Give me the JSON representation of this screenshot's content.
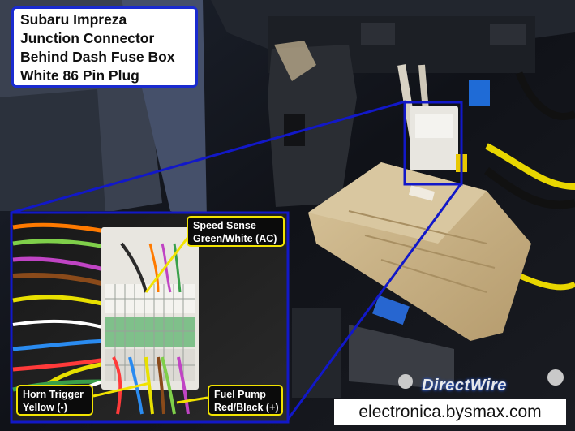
{
  "title": {
    "lines": [
      "Subaru Impreza",
      "Junction Connector",
      "Behind Dash Fuse Box",
      "White 86 Pin Plug"
    ]
  },
  "callouts": {
    "speed_sense": {
      "line1": "Speed Sense",
      "line2": "Green/White (AC)"
    },
    "horn_trigger": {
      "line1": "Horn Trigger",
      "line2": "Yellow (-)"
    },
    "fuel_pump": {
      "line1": "Fuel Pump",
      "line2": "Red/Black (+)"
    }
  },
  "watermark": {
    "direct": "Direct",
    "wire": "Wire"
  },
  "source_label": "electronica.bysmax.com",
  "colors": {
    "title_border": "#1a2bd0",
    "callout_border": "#f2e300",
    "connector_white": "#e8e6e0",
    "connector_green": "#7fc08a",
    "fuse_box": "#c9b48a"
  }
}
